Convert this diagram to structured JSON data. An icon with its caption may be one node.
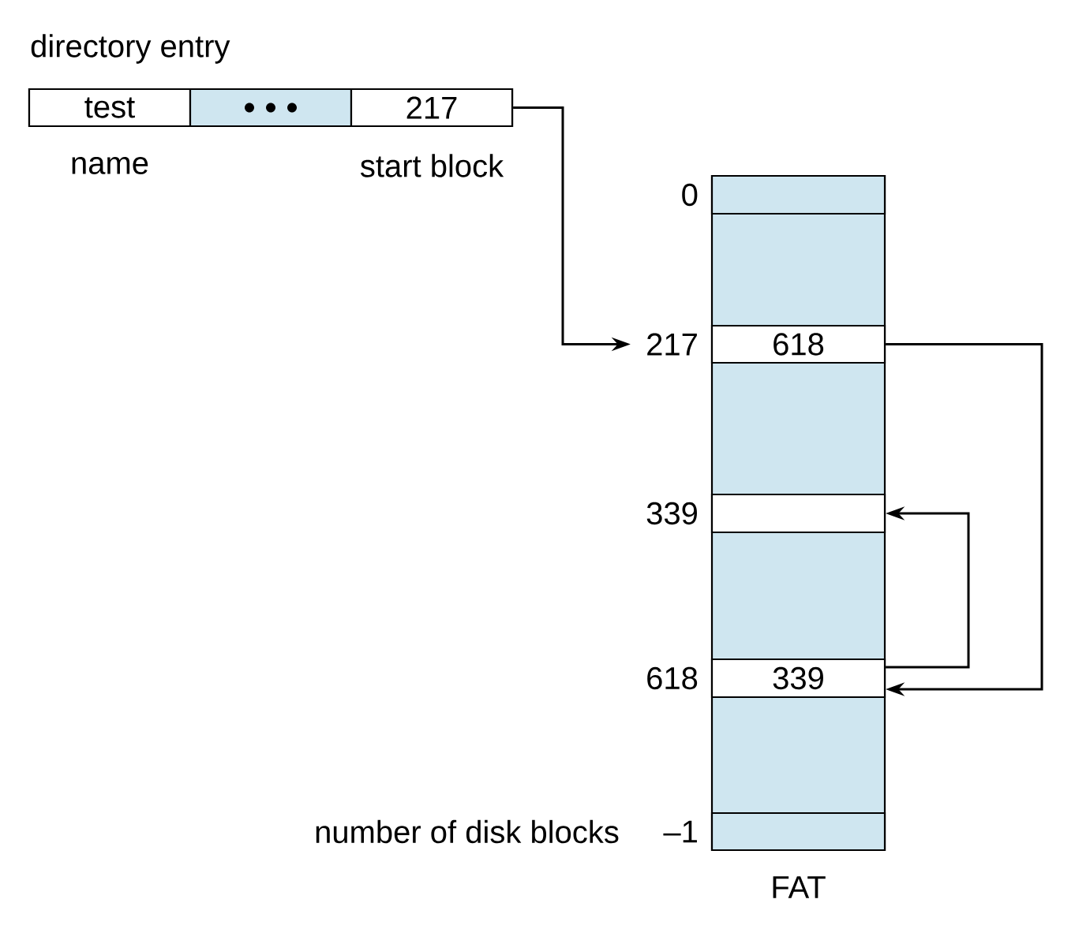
{
  "diagram": {
    "nodes": [
      {
        "text": [
          "directory entry"
        ]
      },
      {
        "text": [
          "test"
        ],
        "in": 0,
        "beside": [
          "name"
        ]
      },
      {
        "text": [],
        "shape": "box",
        "in": 0
      },
      {
        "text": [
          "217"
        ],
        "in": 0,
        "beside": [
          "start block"
        ]
      },
      {
        "text": [
          "FAT"
        ]
      },
      {
        "text": [],
        "shape": "box",
        "in": 4,
        "beside": [
          "0"
        ]
      },
      {
        "text": [
          "618"
        ],
        "in": 4,
        "beside": [
          "217"
        ]
      },
      {
        "text": [],
        "shape": "box",
        "in": 4,
        "beside": [
          "339"
        ]
      },
      {
        "text": [
          "339"
        ],
        "in": 4,
        "beside": [
          "618"
        ]
      },
      {
        "text": [],
        "shape": "box",
        "in": 4,
        "beside": [
          "number of disk blocks",
          "–1"
        ]
      }
    ],
    "edges": [
      {
        "from": 3,
        "to": 6,
        "arrow": "to"
      },
      {
        "from": 6,
        "to": 8,
        "arrow": "to"
      },
      {
        "from": 8,
        "to": 7,
        "arrow": "to"
      }
    ]
  }
}
